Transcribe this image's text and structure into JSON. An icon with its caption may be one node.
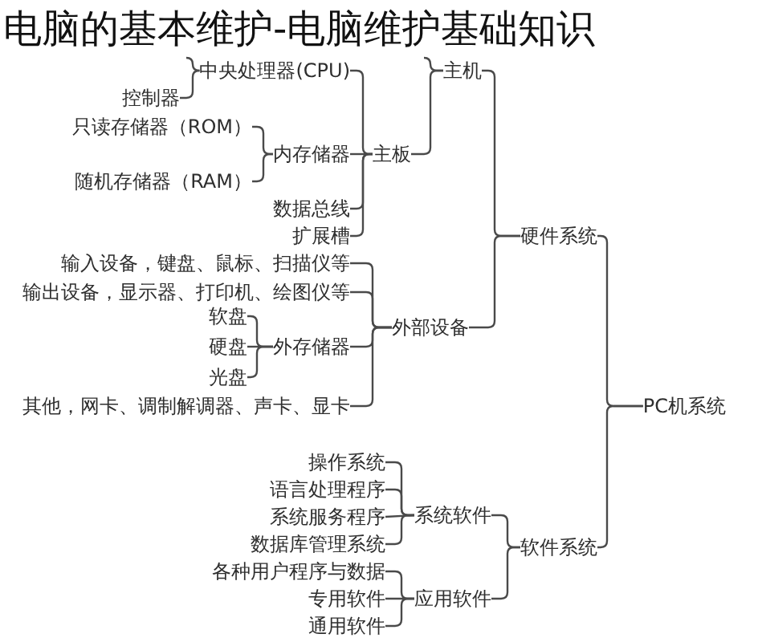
{
  "diagram": {
    "title": "电脑的基本维护-电脑维护基础知识",
    "nodes": [
      {
        "text": [
          "中央处理器(CPU)"
        ]
      },
      {
        "text": [
          "主机"
        ]
      },
      {
        "text": [
          "控制器"
        ]
      },
      {
        "text": [
          "只读存储器（ROM）"
        ]
      },
      {
        "text": [
          "内存储器"
        ]
      },
      {
        "text": [
          "主板"
        ]
      },
      {
        "text": [
          "随机存储器（RAM）"
        ]
      },
      {
        "text": [
          "数据总线"
        ]
      },
      {
        "text": [
          "扩展槽"
        ]
      },
      {
        "text": [
          "硬件系统"
        ]
      },
      {
        "text": [
          "输入设备，键盘、鼠标、扫描仪等"
        ]
      },
      {
        "text": [
          "输出设备，显示器、打印机、绘图仪等"
        ]
      },
      {
        "text": [
          "软盘"
        ]
      },
      {
        "text": [
          "外部设备"
        ]
      },
      {
        "text": [
          "硬盘"
        ]
      },
      {
        "text": [
          "外存储器"
        ]
      },
      {
        "text": [
          "光盘"
        ]
      },
      {
        "text": [
          "其他，网卡、调制解调器、声卡、显卡"
        ]
      },
      {
        "text": [
          "PC机系统"
        ]
      },
      {
        "text": [
          "操作系统"
        ]
      },
      {
        "text": [
          "语言处理程序"
        ]
      },
      {
        "text": [
          "系统服务程序"
        ]
      },
      {
        "text": [
          "系统软件"
        ]
      },
      {
        "text": [
          "数据库管理系统"
        ]
      },
      {
        "text": [
          "软件系统"
        ]
      },
      {
        "text": [
          "各种用户程序与数据"
        ]
      },
      {
        "text": [
          "专用软件"
        ]
      },
      {
        "text": [
          "应用软件"
        ]
      },
      {
        "text": [
          "通用软件"
        ]
      }
    ],
    "edges": [
      {
        "from": 18,
        "to": 9,
        "arrow": "none"
      },
      {
        "from": 18,
        "to": 24,
        "arrow": "none"
      },
      {
        "from": 9,
        "to": 1,
        "arrow": "none"
      },
      {
        "from": 9,
        "to": 13,
        "arrow": "none"
      },
      {
        "from": 1,
        "to": null,
        "arrow": "none"
      },
      {
        "from": 1,
        "to": 5,
        "arrow": "none"
      },
      {
        "from": 5,
        "to": 0,
        "arrow": "none"
      },
      {
        "from": 5,
        "to": 4,
        "arrow": "none"
      },
      {
        "from": 5,
        "to": 7,
        "arrow": "none"
      },
      {
        "from": 5,
        "to": 8,
        "arrow": "none"
      },
      {
        "from": 0,
        "to": null,
        "arrow": "none"
      },
      {
        "from": 0,
        "to": 2,
        "arrow": "none"
      },
      {
        "from": 4,
        "to": 3,
        "arrow": "none"
      },
      {
        "from": 4,
        "to": 6,
        "arrow": "none"
      },
      {
        "from": 13,
        "to": 10,
        "arrow": "none"
      },
      {
        "from": 13,
        "to": 11,
        "arrow": "none"
      },
      {
        "from": 13,
        "to": 15,
        "arrow": "none"
      },
      {
        "from": 13,
        "to": 17,
        "arrow": "none"
      },
      {
        "from": 15,
        "to": 12,
        "arrow": "none"
      },
      {
        "from": 15,
        "to": 14,
        "arrow": "none"
      },
      {
        "from": 15,
        "to": 16,
        "arrow": "none"
      },
      {
        "from": 24,
        "to": 22,
        "arrow": "none"
      },
      {
        "from": 24,
        "to": 27,
        "arrow": "none"
      },
      {
        "from": 22,
        "to": 19,
        "arrow": "none"
      },
      {
        "from": 22,
        "to": 20,
        "arrow": "none"
      },
      {
        "from": 22,
        "to": 21,
        "arrow": "none"
      },
      {
        "from": 22,
        "to": 23,
        "arrow": "none"
      },
      {
        "from": 27,
        "to": 25,
        "arrow": "none"
      },
      {
        "from": 27,
        "to": 26,
        "arrow": "none"
      },
      {
        "from": 27,
        "to": 28,
        "arrow": "none"
      }
    ]
  }
}
